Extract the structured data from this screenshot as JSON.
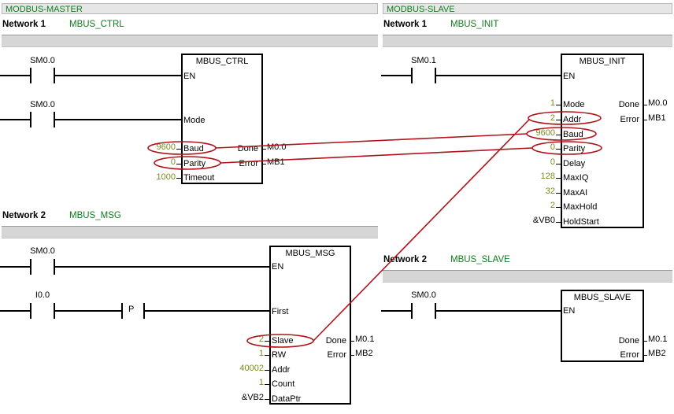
{
  "master": {
    "title": "MODBUS-MASTER",
    "net1": {
      "label": "Network 1",
      "name": "MBUS_CTRL",
      "contact1": "SM0.0",
      "contact2": "SM0.0",
      "box": {
        "title": "MBUS_CTRL",
        "en": "EN",
        "mode": "Mode",
        "baud": "Baud",
        "parity": "Parity",
        "timeout": "Timeout",
        "done": "Done",
        "error": "Error",
        "baud_val": "9600",
        "parity_val": "0",
        "timeout_val": "1000",
        "done_out": "M0.0",
        "error_out": "MB1"
      }
    },
    "net2": {
      "label": "Network 2",
      "name": "MBUS_MSG",
      "contact1": "SM0.0",
      "contact2": "I0.0",
      "p_label": "P",
      "box": {
        "title": "MBUS_MSG",
        "en": "EN",
        "first": "First",
        "slave": "Slave",
        "rw": "RW",
        "addr": "Addr",
        "count": "Count",
        "dataptr": "DataPtr",
        "done": "Done",
        "error": "Error",
        "slave_val": "2",
        "rw_val": "1",
        "addr_val": "40002",
        "count_val": "1",
        "dataptr_val": "&VB2",
        "done_out": "M0.1",
        "error_out": "MB2"
      }
    }
  },
  "slave": {
    "title": "MODBUS-SLAVE",
    "net1": {
      "label": "Network 1",
      "name": "MBUS_INIT",
      "contact1": "SM0.1",
      "box": {
        "title": "MBUS_INIT",
        "en": "EN",
        "mode": "Mode",
        "addr": "Addr",
        "baud": "Baud",
        "parity": "Parity",
        "delay": "Delay",
        "maxiq": "MaxIQ",
        "maxai": "MaxAI",
        "maxhold": "MaxHold",
        "holdstart": "HoldStart",
        "done": "Done",
        "error": "Error",
        "mode_val": "1",
        "addr_val": "2",
        "baud_val": "9600",
        "parity_val": "0",
        "delay_val": "0",
        "maxiq_val": "128",
        "maxai_val": "32",
        "maxhold_val": "2",
        "holdstart_val": "&VB0",
        "done_out": "M0.0",
        "error_out": "MB1"
      }
    },
    "net2": {
      "label": "Network 2",
      "name": "MBUS_SLAVE",
      "contact1": "SM0.0",
      "box": {
        "title": "MBUS_SLAVE",
        "en": "EN",
        "done": "Done",
        "error": "Error",
        "done_out": "M0.1",
        "error_out": "MB2"
      }
    }
  },
  "colors": {
    "annotation": "#b0141a",
    "param_value": "#7a8a1a",
    "network_name": "#117a1d"
  }
}
